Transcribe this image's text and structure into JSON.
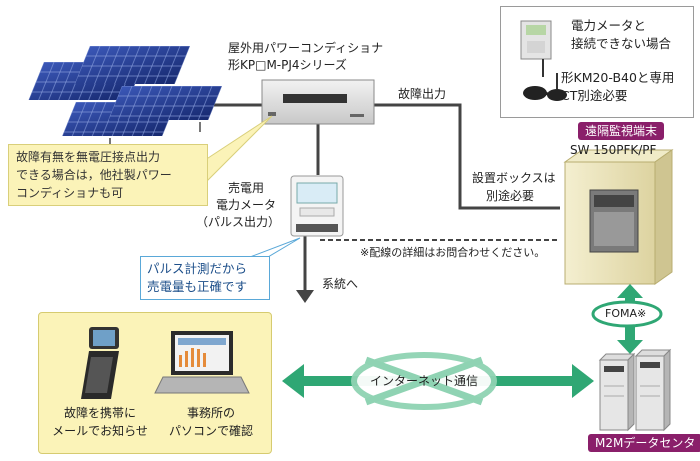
{
  "pcs_label": [
    "屋外用パワーコンディショナ",
    "形KP□M-PJ4シリーズ"
  ],
  "fault_output": "故障出力",
  "callout_contact": [
    "故障有無を無電圧接点出力",
    "できる場合は，他社製パワー",
    "コンディショナも可"
  ],
  "meter_label": [
    "売電用",
    "電力メータ",
    "（パルス出力）"
  ],
  "callout_pulse": [
    "パルス計測だから",
    "売電量も正確です"
  ],
  "grid_label": "系統へ",
  "wiring_note": "※配線の詳細はお問合わせください。",
  "install_box": [
    "設置ボックスは",
    "別途必要"
  ],
  "no_meter_box": [
    "電力メータと",
    "接続できない場合",
    "形KM20-B40と専用",
    "CT別途必要"
  ],
  "remote_terminal": {
    "badge": "遠隔監視端末",
    "model": "SW 150PFK/PF"
  },
  "foma_label": "FOMA※",
  "internet_label": "インターネット通信",
  "m2m_label": "M2Mデータセンタ",
  "mobile_caption": [
    "故障を携帯に",
    "メールでお知らせ"
  ],
  "office_caption": [
    "事務所の",
    "パソコンで確認"
  ],
  "colors": {
    "accent_green": "#2fa774",
    "badge_purple": "#8a1f6a",
    "line_gray": "#444444",
    "callout_yellow": "#fbf3b8"
  }
}
